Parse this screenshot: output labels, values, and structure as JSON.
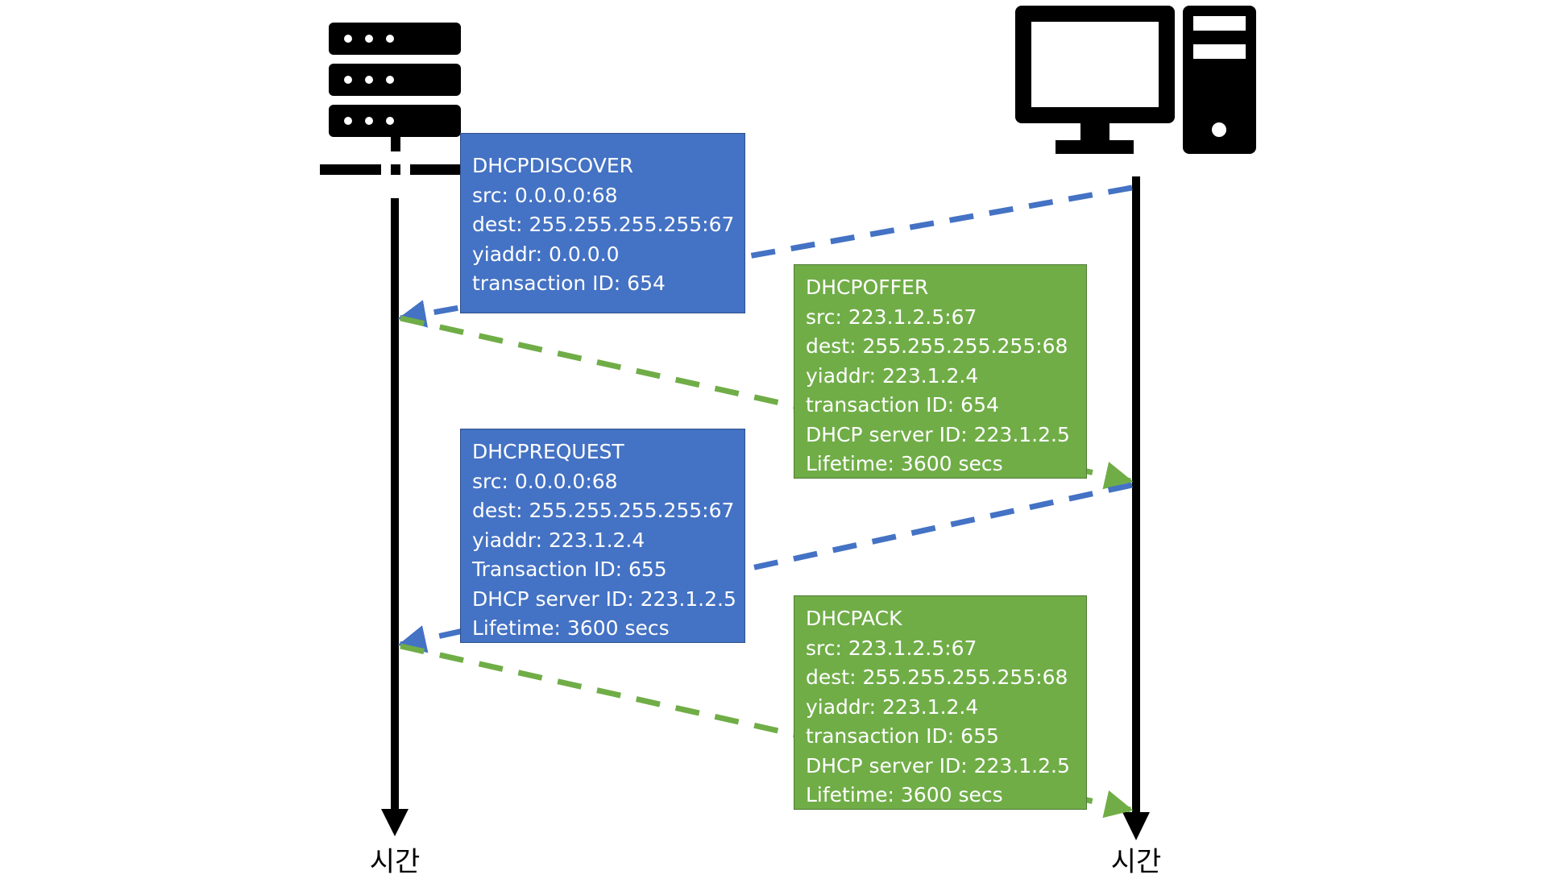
{
  "colors": {
    "blue": "#4472c4",
    "green": "#70ad47",
    "black": "#000000",
    "background": "#ffffff"
  },
  "icons": {
    "server": "server-rack-icon",
    "client": "desktop-computer-icon"
  },
  "timelines": {
    "server_label": "시간",
    "client_label": "시간"
  },
  "messages": [
    {
      "id": "discover",
      "color": "blue",
      "lines": [
        "DHCPDISCOVER",
        "src: 0.0.0.0:68",
        "dest: 255.255.255.255:67",
        "yiaddr: 0.0.0.0",
        "transaction ID: 654"
      ]
    },
    {
      "id": "offer",
      "color": "green",
      "lines": [
        "DHCPOFFER",
        "src: 223.1.2.5:67",
        "dest: 255.255.255.255:68",
        "yiaddr: 223.1.2.4",
        "transaction ID: 654",
        "DHCP server ID: 223.1.2.5",
        "Lifetime: 3600 secs"
      ]
    },
    {
      "id": "request",
      "color": "blue",
      "lines": [
        "DHCPREQUEST",
        "src: 0.0.0.0:68",
        "dest: 255.255.255.255:67",
        "yiaddr: 223.1.2.4",
        "Transaction ID: 655",
        "DHCP server ID: 223.1.2.5",
        "Lifetime: 3600 secs"
      ]
    },
    {
      "id": "ack",
      "color": "green",
      "lines": [
        "DHCPACK",
        "src: 223.1.2.5:67",
        "dest: 255.255.255.255:68",
        "yiaddr: 223.1.2.4",
        "transaction ID: 655",
        "DHCP server ID: 223.1.2.5",
        "Lifetime: 3600 secs"
      ]
    }
  ]
}
